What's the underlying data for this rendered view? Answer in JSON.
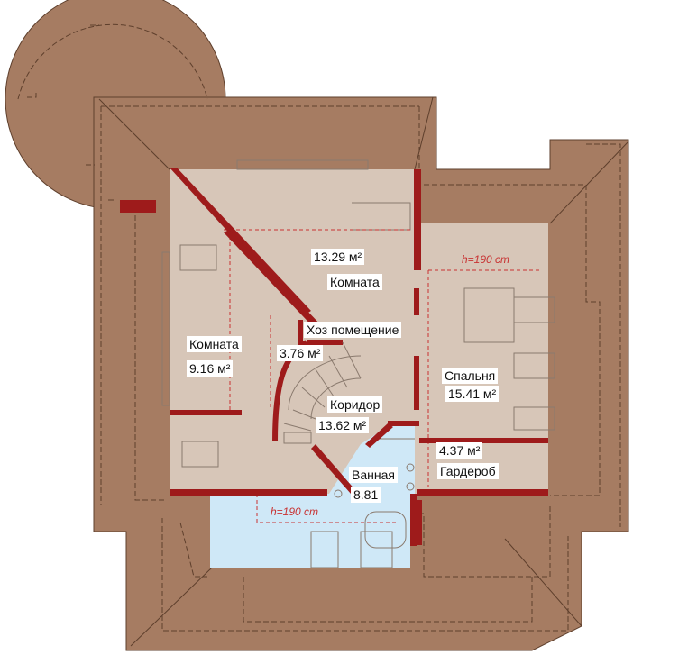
{
  "colors": {
    "roof": "#a67c62",
    "roof_line": "#5e3f2c",
    "floor": "#d7c6b8",
    "bath_floor": "#cfe8f7",
    "wall": "#9e1b1b",
    "dim_note": "#c83232"
  },
  "rooms": {
    "room_top": {
      "area": "13.29 м²",
      "name": "Комната"
    },
    "utility": {
      "name": "Хоз помещение",
      "area": "3.76 м²"
    },
    "room_left": {
      "name": "Комната",
      "area": "9.16 м²"
    },
    "bedroom": {
      "name": "Спальня",
      "area": "15.41 м²"
    },
    "corridor": {
      "name": "Коридор",
      "area": "13.62 м²"
    },
    "wardrobe": {
      "area": "4.37 м²",
      "name": "Гардероб"
    },
    "bathroom": {
      "name": "Ванная",
      "area": "8.81"
    }
  },
  "height_notes": {
    "right": "h=190 cm",
    "bottom": "h=190 cm"
  }
}
